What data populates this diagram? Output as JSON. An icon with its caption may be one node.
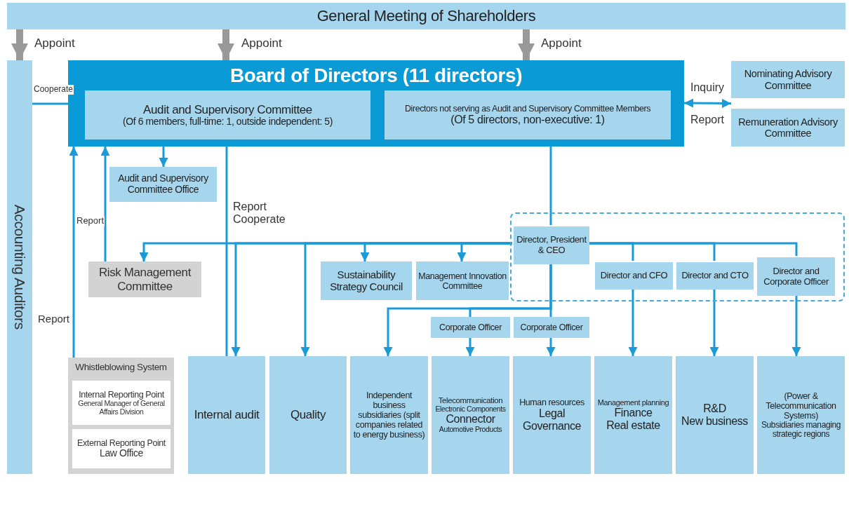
{
  "diagram": {
    "nodes": [
      {
        "text": [
          "General Meeting of Shareholders"
        ]
      },
      {
        "text": [
          "Board of Directors (11 directors)"
        ]
      },
      {
        "text": [
          "Audit and Supervisory Committee",
          "(Of 6 members, full-time: 1, outside independent: 5)"
        ],
        "in": 1
      },
      {
        "text": [
          "Directors not serving as Audit and Supervisory Committee Members",
          "(Of 5 directors, non-executive: 1)"
        ],
        "in": 1
      },
      {
        "text": [
          "Nominating Advisory Committee"
        ]
      },
      {
        "text": [
          "Remuneration Advisory Committee"
        ]
      },
      {
        "text": [
          "Accounting Auditors"
        ]
      },
      {
        "text": [
          "Audit and Supervisory Committee Office"
        ]
      },
      {
        "text": [
          "Risk Management Committee"
        ]
      },
      {
        "text": [
          "Sustainability Strategy Council"
        ]
      },
      {
        "text": [
          "Management Innovation Committee"
        ]
      },
      {
        "text": [],
        "shape": "box"
      },
      {
        "text": [
          "Director, President & CEO"
        ],
        "in": 11
      },
      {
        "text": [
          "Director and CFO"
        ],
        "in": 11
      },
      {
        "text": [
          "Director and CTO"
        ],
        "in": 11
      },
      {
        "text": [
          "Director and Corporate Officer"
        ],
        "in": 11
      },
      {
        "text": [
          "Corporate Officer"
        ]
      },
      {
        "text": [
          "Corporate Officer"
        ]
      },
      {
        "text": [
          "Whistleblowing System"
        ]
      },
      {
        "text": [
          "Internal Reporting Point",
          "General Manager of General Affairs Division"
        ],
        "in": 18
      },
      {
        "text": [
          "External Reporting Point",
          "Law Office"
        ],
        "in": 18
      },
      {
        "text": [
          "Internal audit"
        ]
      },
      {
        "text": [
          "Quality"
        ]
      },
      {
        "text": [
          "Independent business subsidiaries (split companies related to energy business)"
        ]
      },
      {
        "text": [
          "Telecommunication",
          "Electronic Components",
          "Connector",
          "Automotive Products"
        ]
      },
      {
        "text": [
          "Human resources",
          "Legal",
          "Governance"
        ]
      },
      {
        "text": [
          "Management planning",
          "Finance",
          "Real estate"
        ]
      },
      {
        "text": [
          "R&D",
          "New business"
        ]
      },
      {
        "text": [
          "(Power & Telecommunication Systems)",
          "Subsidiaries managing strategic regions"
        ]
      }
    ],
    "edges": [
      {
        "from": 0,
        "to": 6,
        "arrow": "to",
        "label": "Appoint",
        "style": "thick",
        "color": "#999999"
      },
      {
        "from": 0,
        "to": 1,
        "arrow": "to",
        "label": "Appoint",
        "style": "thick",
        "color": "#999999"
      },
      {
        "from": 0,
        "to": 1,
        "arrow": "to",
        "label": "Appoint",
        "style": "thick",
        "color": "#999999"
      },
      {
        "from": 6,
        "to": 1,
        "arrow": "none",
        "label": "Cooperate"
      },
      {
        "from": 1,
        "to": 4,
        "arrow": "both",
        "label": "Inquiry"
      },
      {
        "from": 1,
        "to": 5,
        "arrow": "both",
        "label": "Report"
      },
      {
        "from": 1,
        "to": 7,
        "arrow": "to"
      },
      {
        "from": 8,
        "to": 1,
        "arrow": "to",
        "label": "Report"
      },
      {
        "from": 18,
        "to": 1,
        "arrow": "to",
        "label": "Report"
      },
      {
        "from": 1,
        "to": 21,
        "arrow": "none",
        "label": "Report Cooperate"
      },
      {
        "from": 1,
        "to": 12,
        "arrow": "none"
      },
      {
        "from": 12,
        "to": 8,
        "arrow": "to"
      },
      {
        "from": 12,
        "to": 21,
        "arrow": "to"
      },
      {
        "from": 12,
        "to": 22,
        "arrow": "to"
      },
      {
        "from": 12,
        "to": 9,
        "arrow": "to"
      },
      {
        "from": 12,
        "to": 10,
        "arrow": "to"
      },
      {
        "from": 12,
        "to": 13,
        "arrow": "none"
      },
      {
        "from": 12,
        "to": 14,
        "arrow": "none"
      },
      {
        "from": 12,
        "to": 15,
        "arrow": "none"
      },
      {
        "from": 13,
        "to": 26,
        "arrow": "to"
      },
      {
        "from": 14,
        "to": 27,
        "arrow": "to"
      },
      {
        "from": 15,
        "to": 28,
        "arrow": "to"
      },
      {
        "from": 12,
        "to": 23,
        "arrow": "to"
      },
      {
        "from": 12,
        "to": 16,
        "arrow": "none"
      },
      {
        "from": 16,
        "to": 24,
        "arrow": "to"
      },
      {
        "from": 12,
        "to": 17,
        "arrow": "none"
      },
      {
        "from": 17,
        "to": 25,
        "arrow": "to"
      }
    ]
  }
}
